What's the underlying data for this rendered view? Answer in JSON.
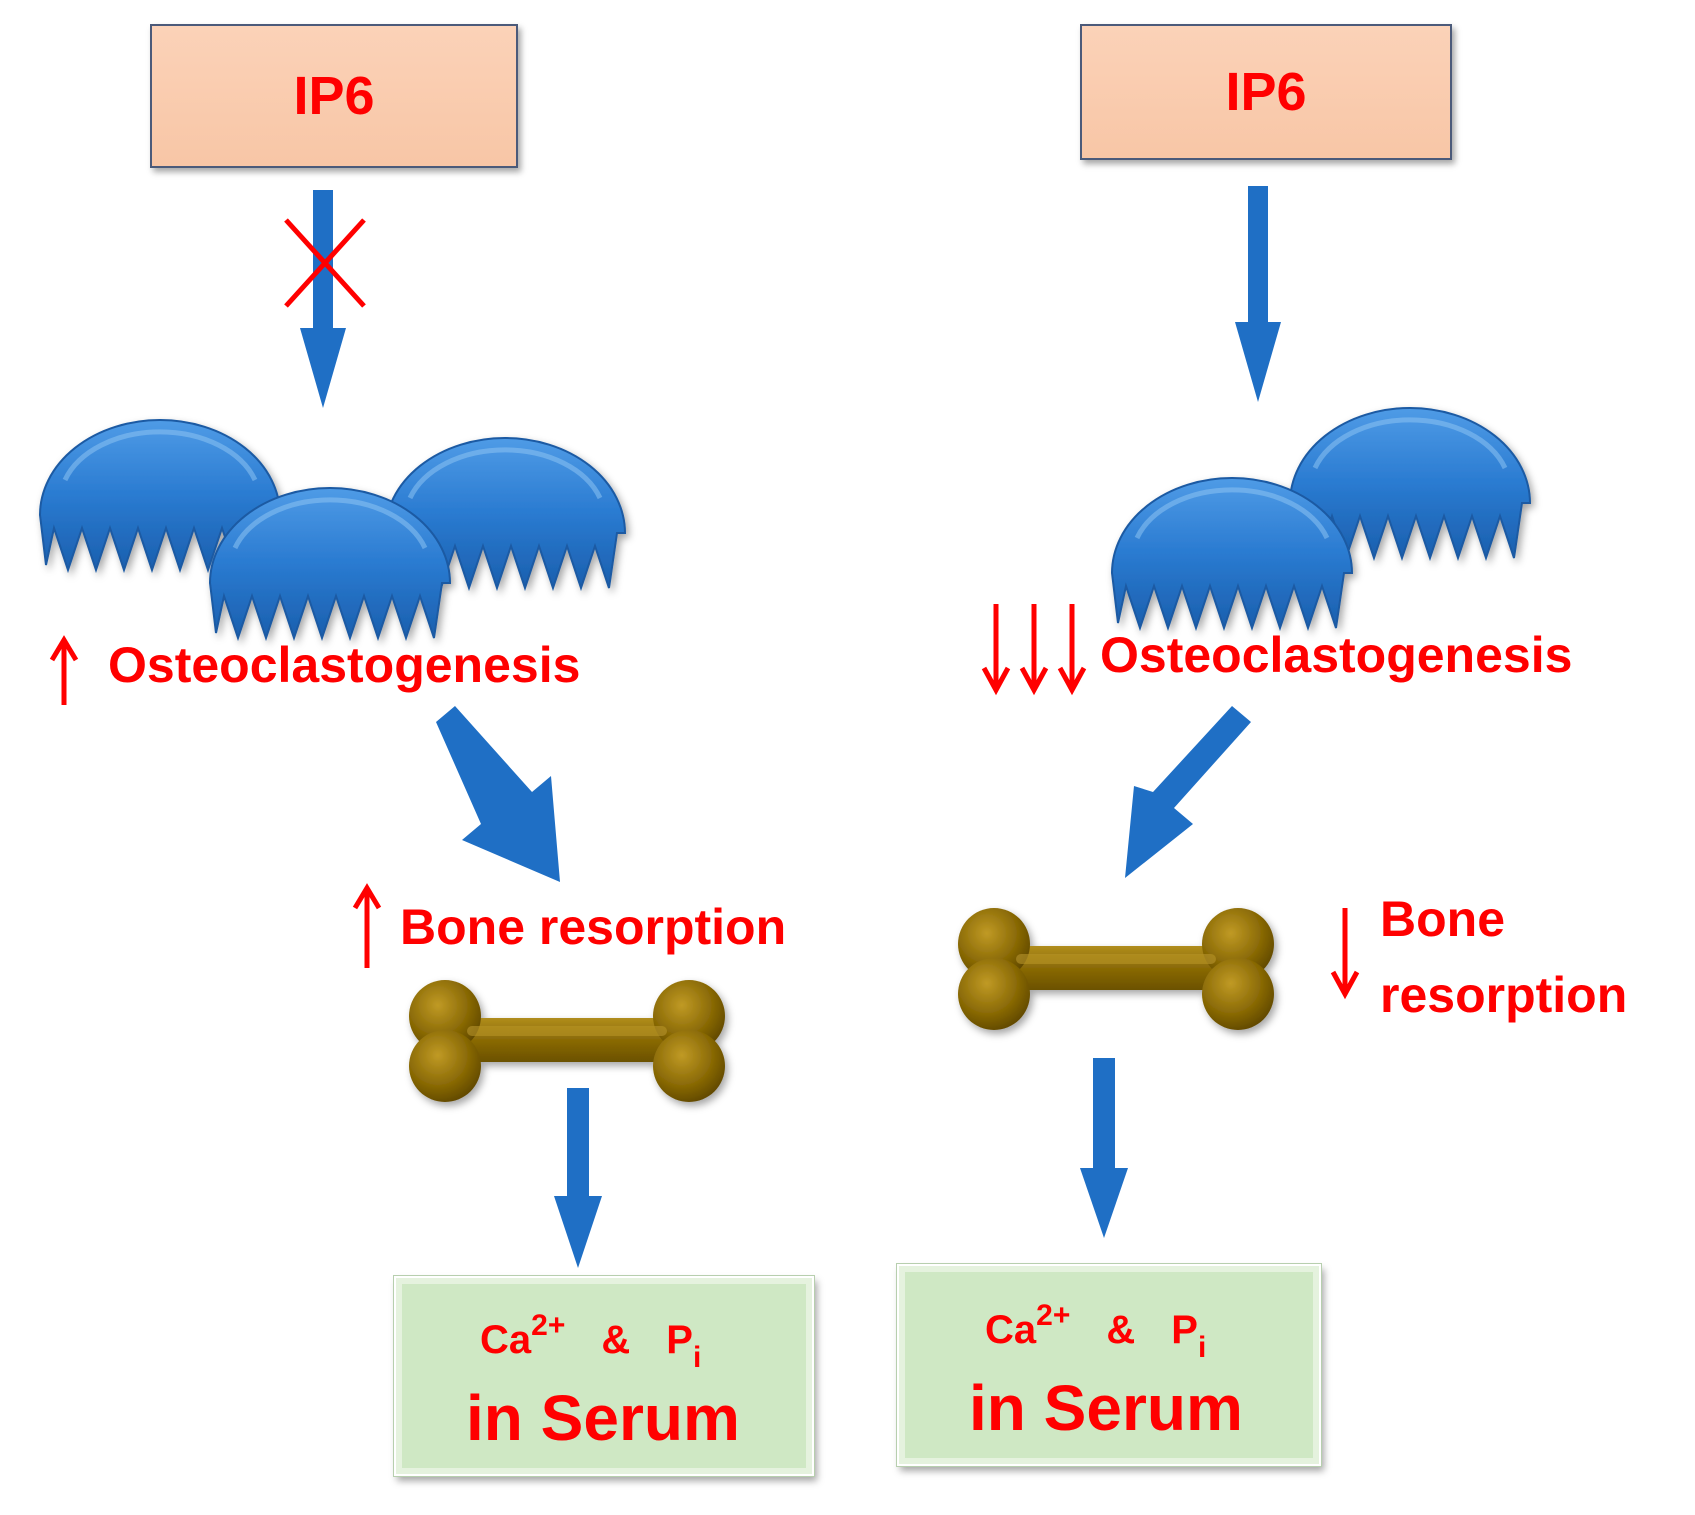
{
  "left": {
    "source_label": "IP6",
    "osteo_label": "Osteoclastogenesis",
    "resorption_label": "Bone resorption",
    "serum": {
      "ca": "Ca",
      "ca_sup": "2+",
      "amp": "&",
      "p": "P",
      "p_sub": "i",
      "line2": "in Serum"
    }
  },
  "right": {
    "source_label": "IP6",
    "osteo_label": "Osteoclastogenesis",
    "resorption_line1": "Bone",
    "resorption_line2": "resorption",
    "serum": {
      "ca": "Ca",
      "ca_sup": "2+",
      "amp": "&",
      "p": "P",
      "p_sub": "i",
      "line2": "in Serum"
    }
  },
  "colors": {
    "arrow": "#1f6fc5",
    "text": "#ff0000",
    "bone": "#8a6a06",
    "osteoclast": "#2a7bd1",
    "ip6_box": "#f8c6a6",
    "serum_box": "#cfe8c4"
  }
}
